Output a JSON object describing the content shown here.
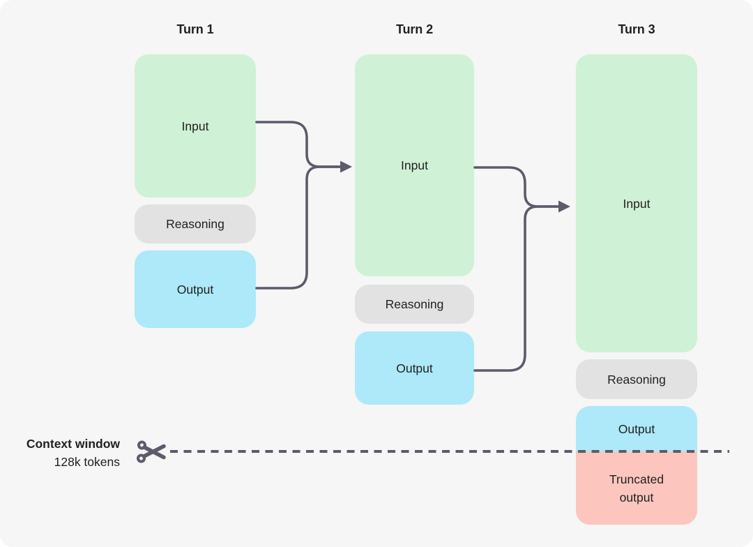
{
  "turns": [
    {
      "label": "Turn 1",
      "blocks": [
        {
          "kind": "input",
          "label": "Input"
        },
        {
          "kind": "reasoning",
          "label": "Reasoning"
        },
        {
          "kind": "output",
          "label": "Output"
        }
      ]
    },
    {
      "label": "Turn 2",
      "blocks": [
        {
          "kind": "input",
          "label": "Input"
        },
        {
          "kind": "reasoning",
          "label": "Reasoning"
        },
        {
          "kind": "output",
          "label": "Output"
        }
      ]
    },
    {
      "label": "Turn 3",
      "blocks": [
        {
          "kind": "input",
          "label": "Input"
        },
        {
          "kind": "reasoning",
          "label": "Reasoning"
        },
        {
          "kind": "output",
          "label": "Output"
        },
        {
          "kind": "truncated",
          "label": "Truncated output"
        }
      ]
    }
  ],
  "context_window": {
    "label": "Context window",
    "tokens": "128k tokens"
  },
  "icons": {
    "scissors": "scissors-icon"
  },
  "colors": {
    "input": "#cff1d5",
    "reasoning": "#e2e2e2",
    "output": "#ade9f8",
    "truncated": "#fcc6be",
    "connector": "#5d5a6b",
    "canvas_background": "#f5f6f5",
    "text": "#212121"
  }
}
